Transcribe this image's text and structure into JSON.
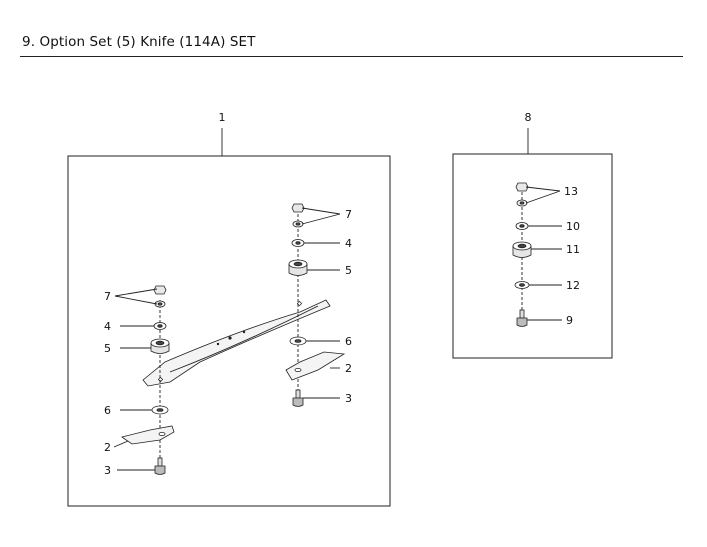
{
  "header": {
    "title": "9. Option Set (5) Knife (114A) SET"
  },
  "diagram": {
    "assemblies": [
      {
        "ref": "1"
      },
      {
        "ref": "8"
      }
    ],
    "callouts": {
      "left": [
        "7",
        "4",
        "5",
        "6",
        "2",
        "3",
        "7",
        "4",
        "5",
        "6",
        "2",
        "3"
      ],
      "right": [
        "13",
        "10",
        "11",
        "12",
        "9"
      ]
    }
  }
}
